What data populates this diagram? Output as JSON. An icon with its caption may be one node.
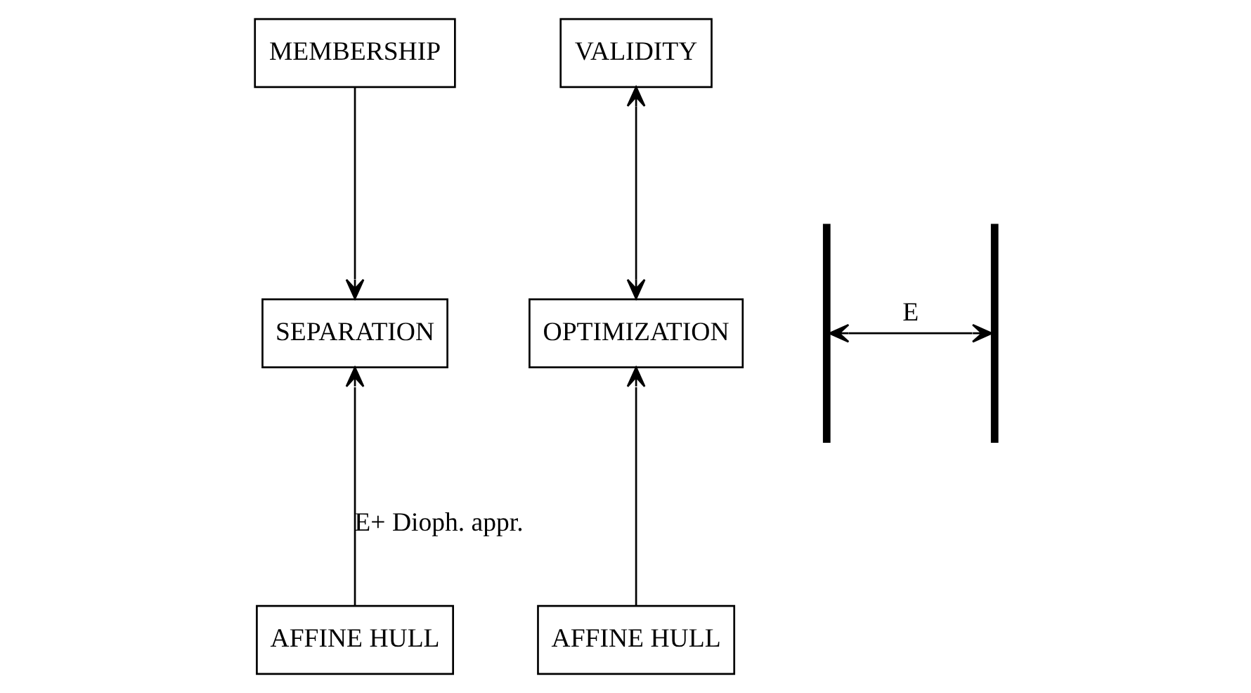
{
  "diagram": {
    "nodes": [
      {
        "text": [
          "MEMBERSHIP"
        ]
      },
      {
        "text": [
          "VALIDITY"
        ]
      },
      {
        "text": [
          "SEPARATION"
        ]
      },
      {
        "text": [],
        "shape": "brace"
      },
      {
        "text": [],
        "shape": "brace"
      },
      {
        "text": [
          "OPTIMIZATION"
        ]
      },
      {
        "text": [
          "AFFINE HULL"
        ]
      },
      {
        "text": [
          "AFFINE HULL"
        ]
      }
    ],
    "edges": [
      {
        "from": 0,
        "to": 2,
        "arrow": "to"
      },
      {
        "from": 1,
        "to": 5,
        "arrow": "both"
      },
      {
        "from": 6,
        "to": 2,
        "arrow": "to",
        "label": "E+ Dioph. appr."
      },
      {
        "from": 3,
        "to": 4,
        "arrow": "both",
        "label": "E"
      },
      {
        "from": 7,
        "to": 5,
        "arrow": "to"
      }
    ]
  }
}
